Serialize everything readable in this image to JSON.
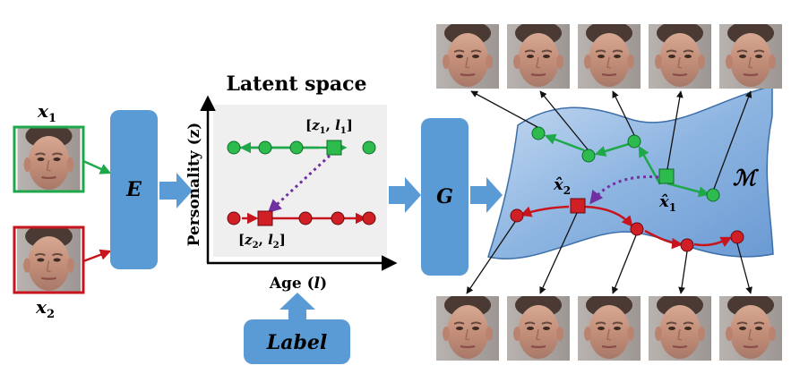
{
  "inputs": {
    "x1": {
      "var": "x",
      "sub": "1"
    },
    "x2": {
      "var": "x",
      "sub": "2"
    }
  },
  "encoder": {
    "label": "E"
  },
  "generator": {
    "label": "G"
  },
  "latent": {
    "title": "Latent space",
    "y_axis": "Personality (z)",
    "x_axis_prefix": "Age (",
    "x_axis_var": "l",
    "x_axis_suffix": ")",
    "point1": {
      "open": "[",
      "z": "z",
      "zsub": "1",
      "comma": ", ",
      "l": "l",
      "lsub": "1",
      "close": "]"
    },
    "point2": {
      "open": "[",
      "z": "z",
      "zsub": "2",
      "comma": ", ",
      "l": "l",
      "lsub": "2",
      "close": "]"
    }
  },
  "label_box": {
    "label": "Label"
  },
  "manifold": {
    "symbol": "ℳ",
    "xhat1": {
      "var": "x̂",
      "sub": "1"
    },
    "xhat2": {
      "var": "x̂",
      "sub": "2"
    }
  },
  "colors": {
    "green": "#1fa84a",
    "green_fill": "#2dbb4e",
    "red": "#c8141c",
    "red_fill": "#d11f26",
    "block": "#5b9bd5",
    "purple": "#7030a0",
    "panel": "#efefef"
  }
}
